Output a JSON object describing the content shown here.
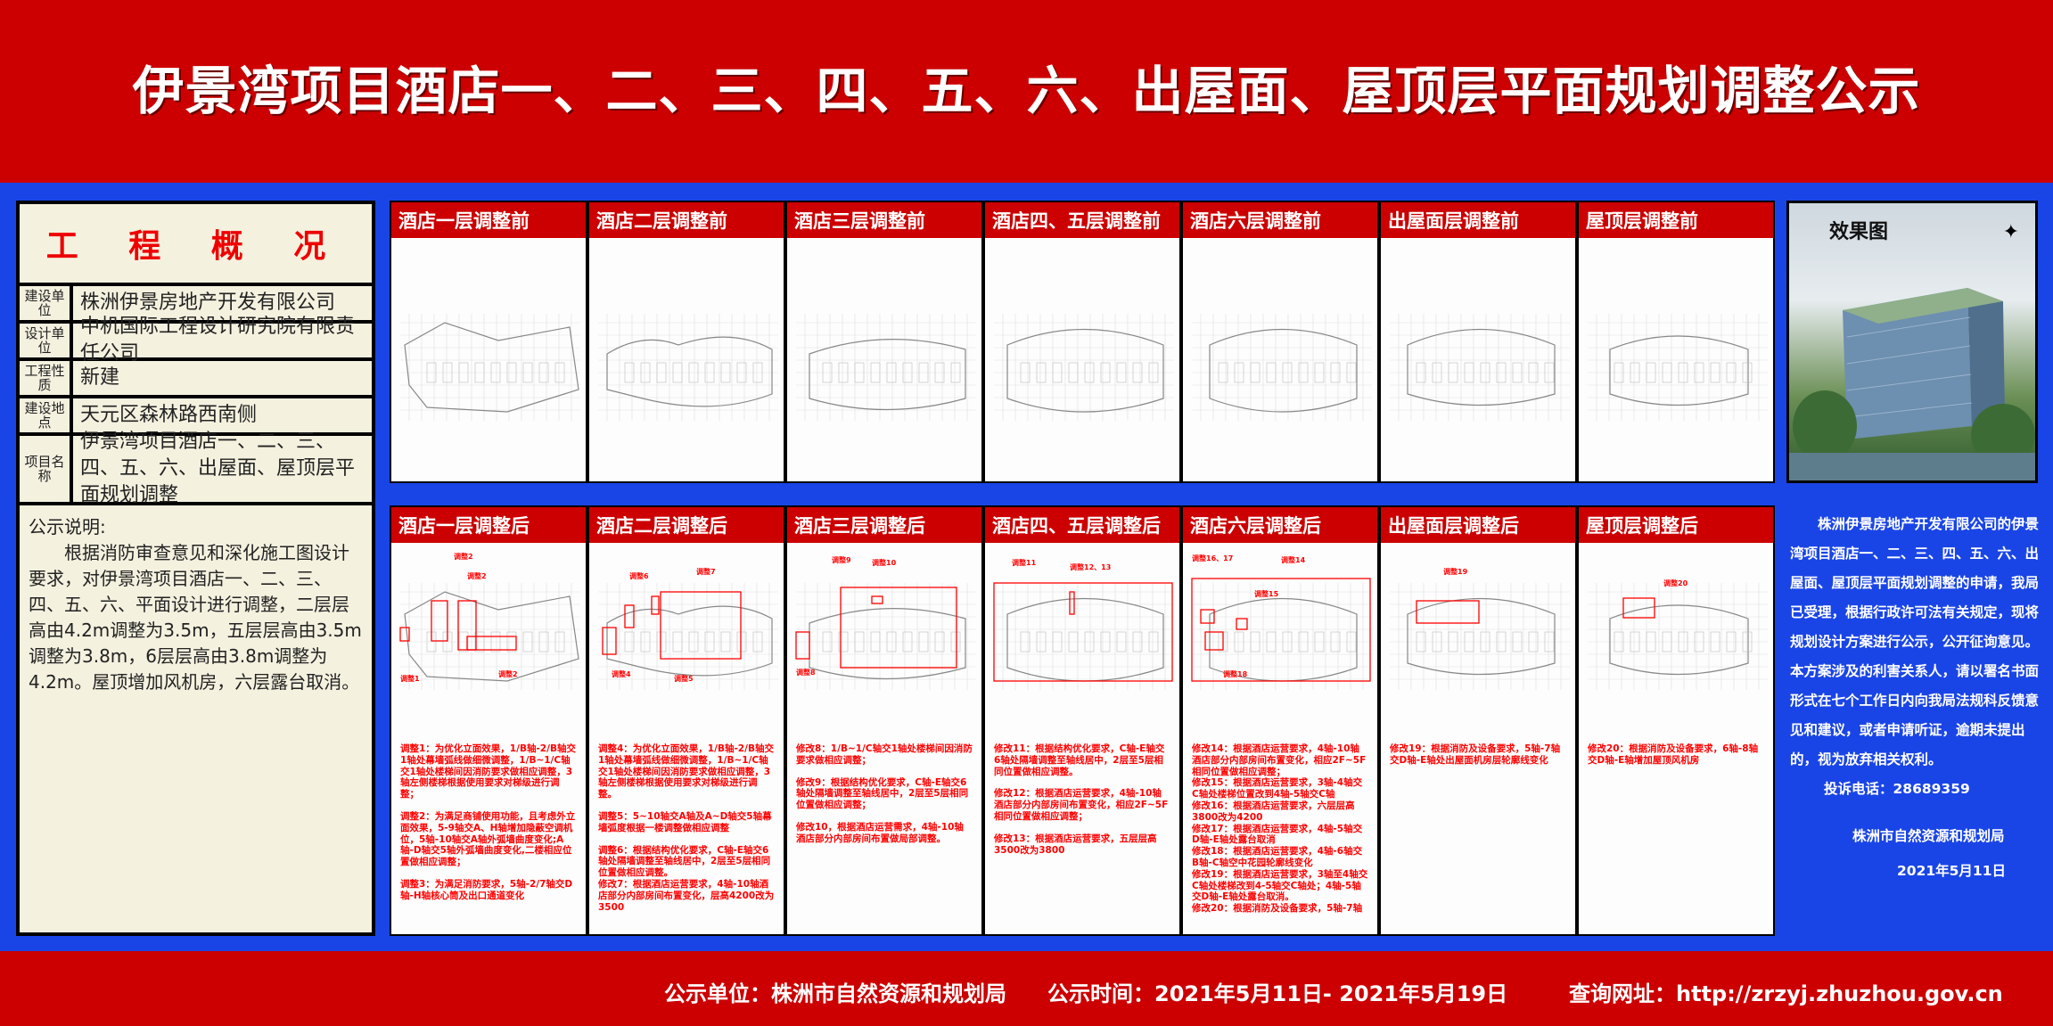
{
  "title": "伊景湾项目酒店一、二、三、四、五、六、出屋面、屋顶层平面规划调整公示",
  "overview": {
    "title": "工 程 概 况",
    "rows": [
      {
        "label": "建设单位",
        "value": "株洲伊景房地产开发有限公司"
      },
      {
        "label": "设计单位",
        "value": "中机国际工程设计研究院有限责任公司"
      },
      {
        "label": "工程性质",
        "value": "新建"
      },
      {
        "label": "建设地点",
        "value": "天元区森林路西南侧"
      },
      {
        "label": "项目名称",
        "value": "伊景湾项目酒店一、二、三、四、五、六、出屋面、屋顶层平面规划调整"
      }
    ],
    "notice_heading": "公示说明:",
    "notice_body": "根据消防审查意见和深化施工图设计要求，对伊景湾项目酒店一、二、三、四、五、六、平面设计进行调整，二层层高由4.2m调整为3.5m，五层层高由3.5m调整为3.8m，6层层高由3.8m调整为4.2m。屋顶增加风机房，六层露台取消。"
  },
  "before": [
    "酒店一层调整前",
    "酒店二层调整前",
    "酒店三层调整前",
    "酒店四、五层调整前",
    "酒店六层调整前",
    "出屋面层调整前",
    "屋顶层调整前"
  ],
  "after": [
    {
      "title": "酒店一层调整后",
      "callouts": [
        "调整2",
        "调整2",
        "调整1",
        "调整2"
      ],
      "notes": [
        "调整1：为优化立面效果，1/B轴-2/B轴交1轴处幕墙弧线做细微调整，1/B~1/C轴交1轴处楼梯间因消防要求做相应调整，3轴左侧楼梯根据使用要求对梯级进行调整；",
        "调整2：为满足商铺使用功能，且考虑外立面效果，5-9轴交A、H轴增加隐蔽空调机位，5轴-10轴交A轴外弧墙曲度变化;A轴-D轴交5轴外弧墙曲度变化,二楼相应位置做相应调整；",
        "调整3：为满足消防要求，5轴-2/7轴交D轴-H轴核心筒及出口通道变化"
      ]
    },
    {
      "title": "酒店二层调整后",
      "callouts": [
        "调整6",
        "调整7",
        "调整4",
        "调整5"
      ],
      "notes": [
        "调整4：为优化立面效果，1/B轴-2/B轴交1轴处幕墙弧线做细微调整，1/B~1/C轴交1轴处楼梯间因消防要求做相应调整，3轴左侧楼梯根据使用要求对梯级进行调整。",
        "调整5：5~10轴交A轴及A~D轴交5轴幕墙弧度根据一楼调整做相应调整",
        "调整6：根据结构优化要求，C轴-E轴交6轴处隔墙调整至轴线居中，2层至5层相同位置做相应调整。\n修改7：根据酒店运营要求，4轴-10轴酒店部分内部房间布置变化，层高4200改为3500"
      ]
    },
    {
      "title": "酒店三层调整后",
      "callouts": [
        "调整9",
        "调整10",
        "调整8"
      ],
      "notes": [
        "修改8：1/B~1/C轴交1轴处楼梯间因消防要求做相应调整；",
        "修改9：根据结构优化要求，C轴-E轴交6轴处隔墙调整至轴线居中，2层至5层相同位置做相应调整；",
        "修改10，根据酒店运营需求，4轴-10轴酒店部分内部房间布置做局部调整。"
      ]
    },
    {
      "title": "酒店四、五层调整后",
      "callouts": [
        "调整11",
        "调整12、13"
      ],
      "notes": [
        "修改11：根据结构优化要求，C轴-E轴交6轴处隔墙调整至轴线居中，2层至5层相同位置做相应调整。",
        "修改12：根据酒店运营要求，4轴-10轴酒店部分内部房间布置变化，相应2F~5F相同位置做相应调整；",
        "修改13：根据酒店运营要求，五层层高3500改为3800"
      ]
    },
    {
      "title": "酒店六层调整后",
      "callouts": [
        "调整16、17",
        "调整14",
        "调整15",
        "调整18"
      ],
      "notes": [
        "修改14：根据酒店运营要求，4轴-10轴酒店部分内部房间布置变化，相应2F~5F相同位置做相应调整；\n修改15：根据酒店运营要求，3轴-4轴交C轴处楼梯位置改到4轴-5轴交C轴\n修改16：根据酒店运营要求，六层层高3800改为4200\n修改17：根据酒店运营要求，4轴-5轴交D轴-E轴处露台取消\n修改18：根据酒店运营要求，4轴-6轴交B轴-C轴空中花园轮廓线变化\n修改19：根据酒店运营要求，3轴至4轴交C轴处楼梯改到4-5轴交C轴处；4轴-5轴交D轴-E轴处露台取消。\n修改20：根据消防及设备要求，5轴-7轴"
      ]
    },
    {
      "title": "出屋面层调整后",
      "callouts": [
        "调整19"
      ],
      "notes": [
        "修改19：根据消防及设备要求，5轴-7轴交D轴-E轴处出屋面机房层轮廓线变化"
      ]
    },
    {
      "title": "屋顶层调整后",
      "callouts": [
        "调整20"
      ],
      "notes": [
        "修改20：根据消防及设备要求，6轴-8轴交D轴-E轴增加屋顶风机房"
      ]
    }
  ],
  "rendering": {
    "label": "效果图"
  },
  "announcement": {
    "body": "株洲伊景房地产开发有限公司的伊景湾项目酒店一、二、三、四、五、六、出屋面、屋顶层平面规划调整的申请，我局已受理，根据行政许可法有关规定，现将规划设计方案进行公示，公开征询意见。本方案涉及的利害关系人，请以署名书面形式在七个工作日内向我局法规科反馈意见和建议，或者申请听证，逾期未提出的，视为放弃相关权利。",
    "phone": "投诉电话：28689359",
    "issuer": "株洲市自然资源和规划局",
    "date": "2021年5月11日"
  },
  "footer": {
    "unit": "公示单位：株洲市自然资源和规划局",
    "period": "公示时间：2021年5月11日- 2021年5月19日",
    "url": "查询网址：http://zrzyj.zhuzhou.gov.cn"
  },
  "colors": {
    "red": "#cc0000",
    "blue": "#1a45e6",
    "panel": "#f4f1df"
  }
}
